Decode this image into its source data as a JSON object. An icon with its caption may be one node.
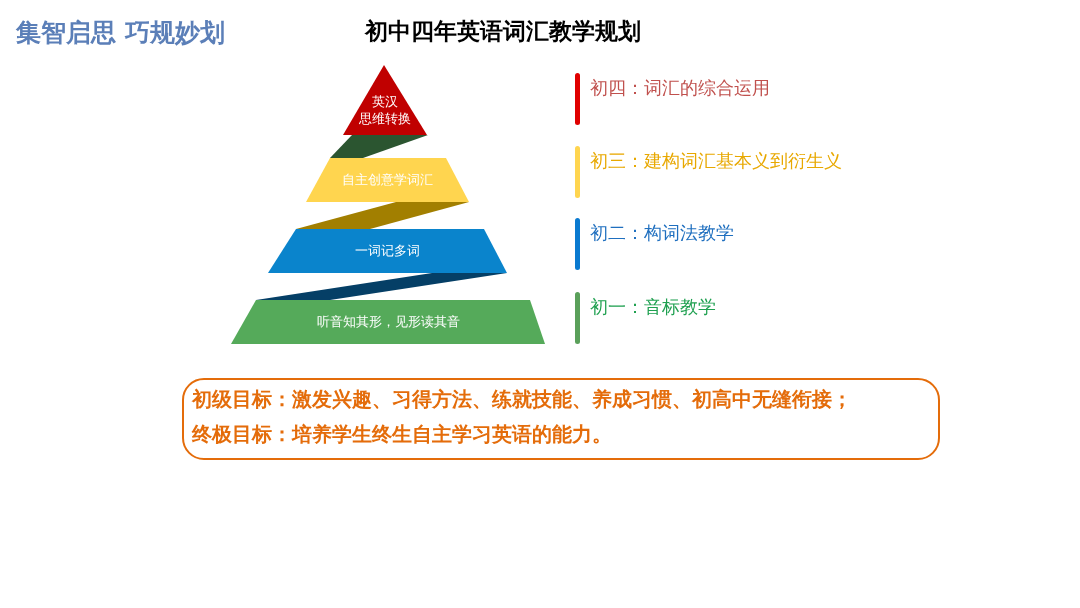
{
  "diagram": {
    "title": "初中四年英语词汇教学规划",
    "nodes": [
      {
        "text": [
          "英汉思维转换"
        ]
      },
      {
        "text": [
          "自主创意学词汇"
        ]
      },
      {
        "text": [
          "一词记多词"
        ]
      },
      {
        "text": [
          "听音知其形，见形读其音"
        ]
      },
      {
        "text": [
          "初级目标：激发兴趣、习得方法、练就技能、养成习惯、初高中无缝衔接；",
          "终极目标：培养学生终生自主学习英语的能力。"
        ]
      }
    ],
    "labels": [
      "集智启思 巧规妙划",
      "初四：词汇的综合运用",
      "初三：建构词汇基本义到衍生义",
      "初二：构词法教学",
      "初一：音标教学"
    ]
  }
}
